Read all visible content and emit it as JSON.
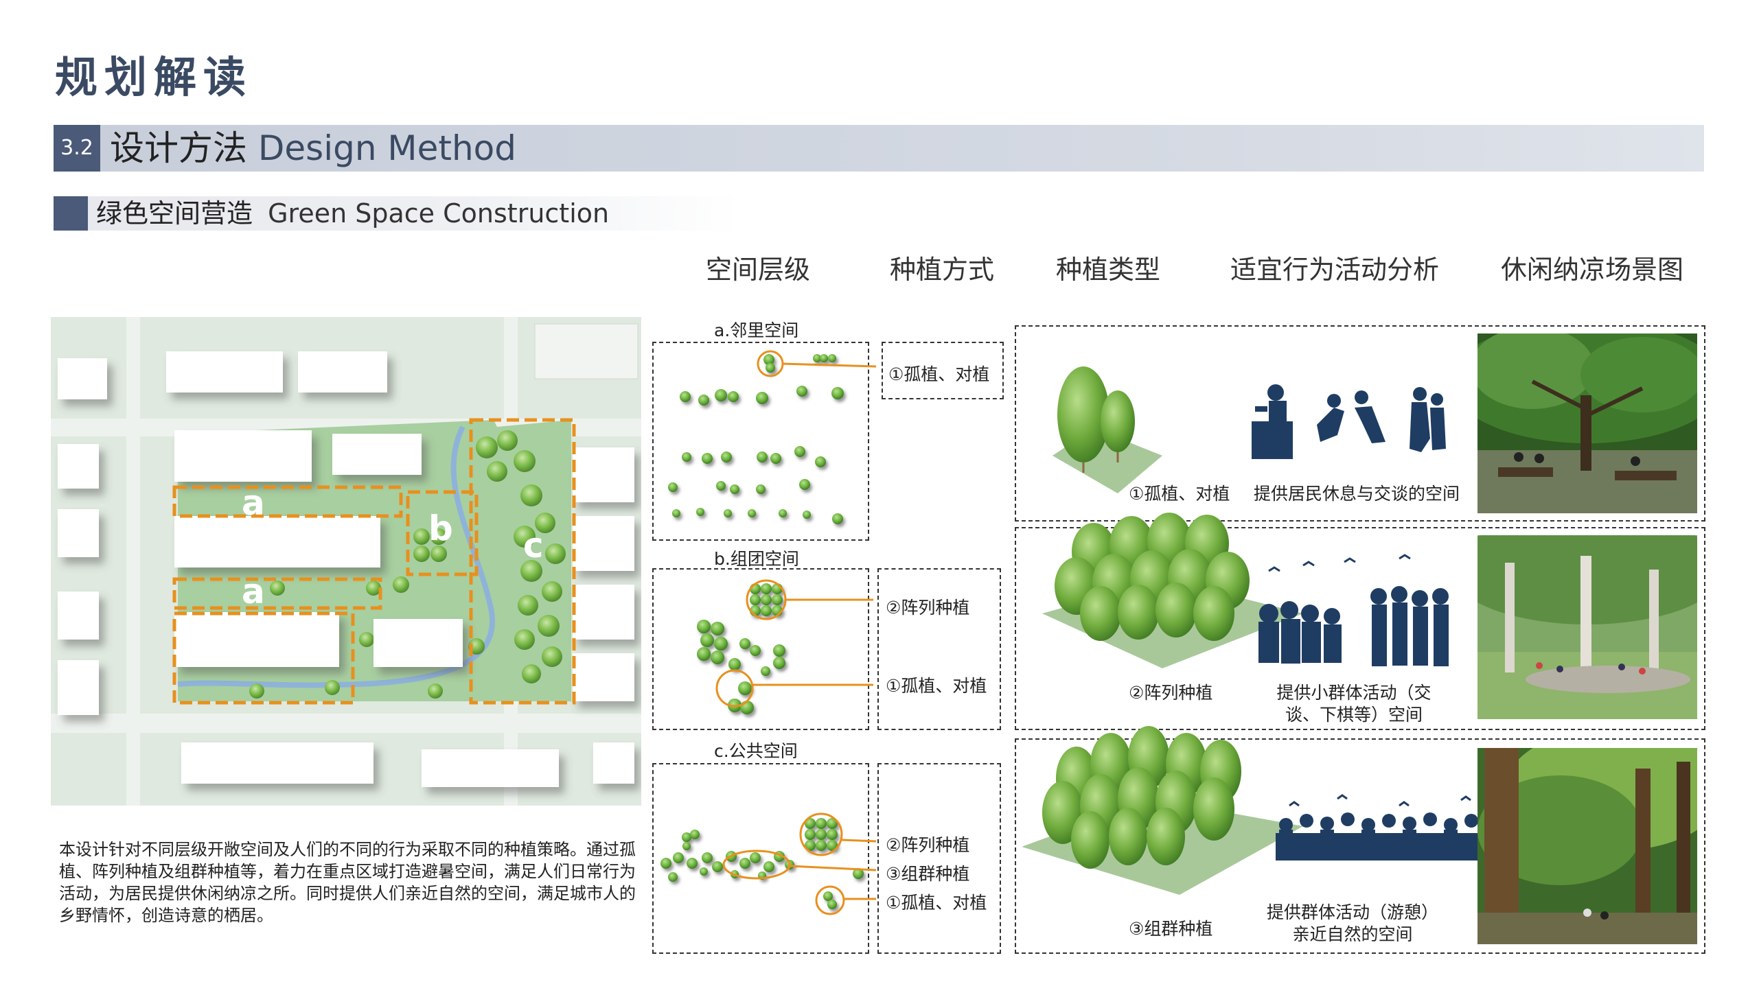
{
  "page": {
    "title": "规划解读"
  },
  "section": {
    "number": "3.2",
    "title_cn": "设计方法",
    "title_en": "Design Method"
  },
  "subsection": {
    "title_cn": "绿色空间营造",
    "title_en": "Green Space Construction"
  },
  "columns": [
    "空间层级",
    "种植方式",
    "种植类型",
    "适宜行为活动分析",
    "休闲纳凉场景图"
  ],
  "site_plan": {
    "zone_labels": [
      "a",
      "a",
      "b",
      "c"
    ]
  },
  "space_levels": [
    {
      "label": "a.邻里空间",
      "methods": [
        "①孤植、对植"
      ]
    },
    {
      "label": "b.组团空间",
      "methods": [
        "②阵列种植",
        "①孤植、对植"
      ]
    },
    {
      "label": "c.公共空间",
      "methods": [
        "②阵列种植",
        "③组群种植",
        "①孤植、对植"
      ]
    }
  ],
  "rows": [
    {
      "type_label": "①孤植、对植",
      "activity": "提供居民休息与交谈的空间"
    },
    {
      "type_label": "②阵列种植",
      "activity_line1": "提供小群体活动（交",
      "activity_line2": "谈、下棋等）空间"
    },
    {
      "type_label": "③组群种植",
      "activity_line1": "提供群体活动（游憩）",
      "activity_line2": "亲近自然的空间"
    }
  ],
  "description": "本设计针对不同层级开敞空间及人们的不同的行为采取不同的种植策略。通过孤植、阵列种植及组群种植等，着力在重点区域打造避暑空间，满足人们日常行为活动，为居民提供休闲纳凉之所。同时提供人们亲近自然的空间，满足城市人的乡野情怀，创造诗意的栖居。",
  "colors": {
    "accent": "#4a5a78",
    "orange": "#e8901e",
    "green": "#6bb33c",
    "silhouette": "#1f3d63"
  }
}
